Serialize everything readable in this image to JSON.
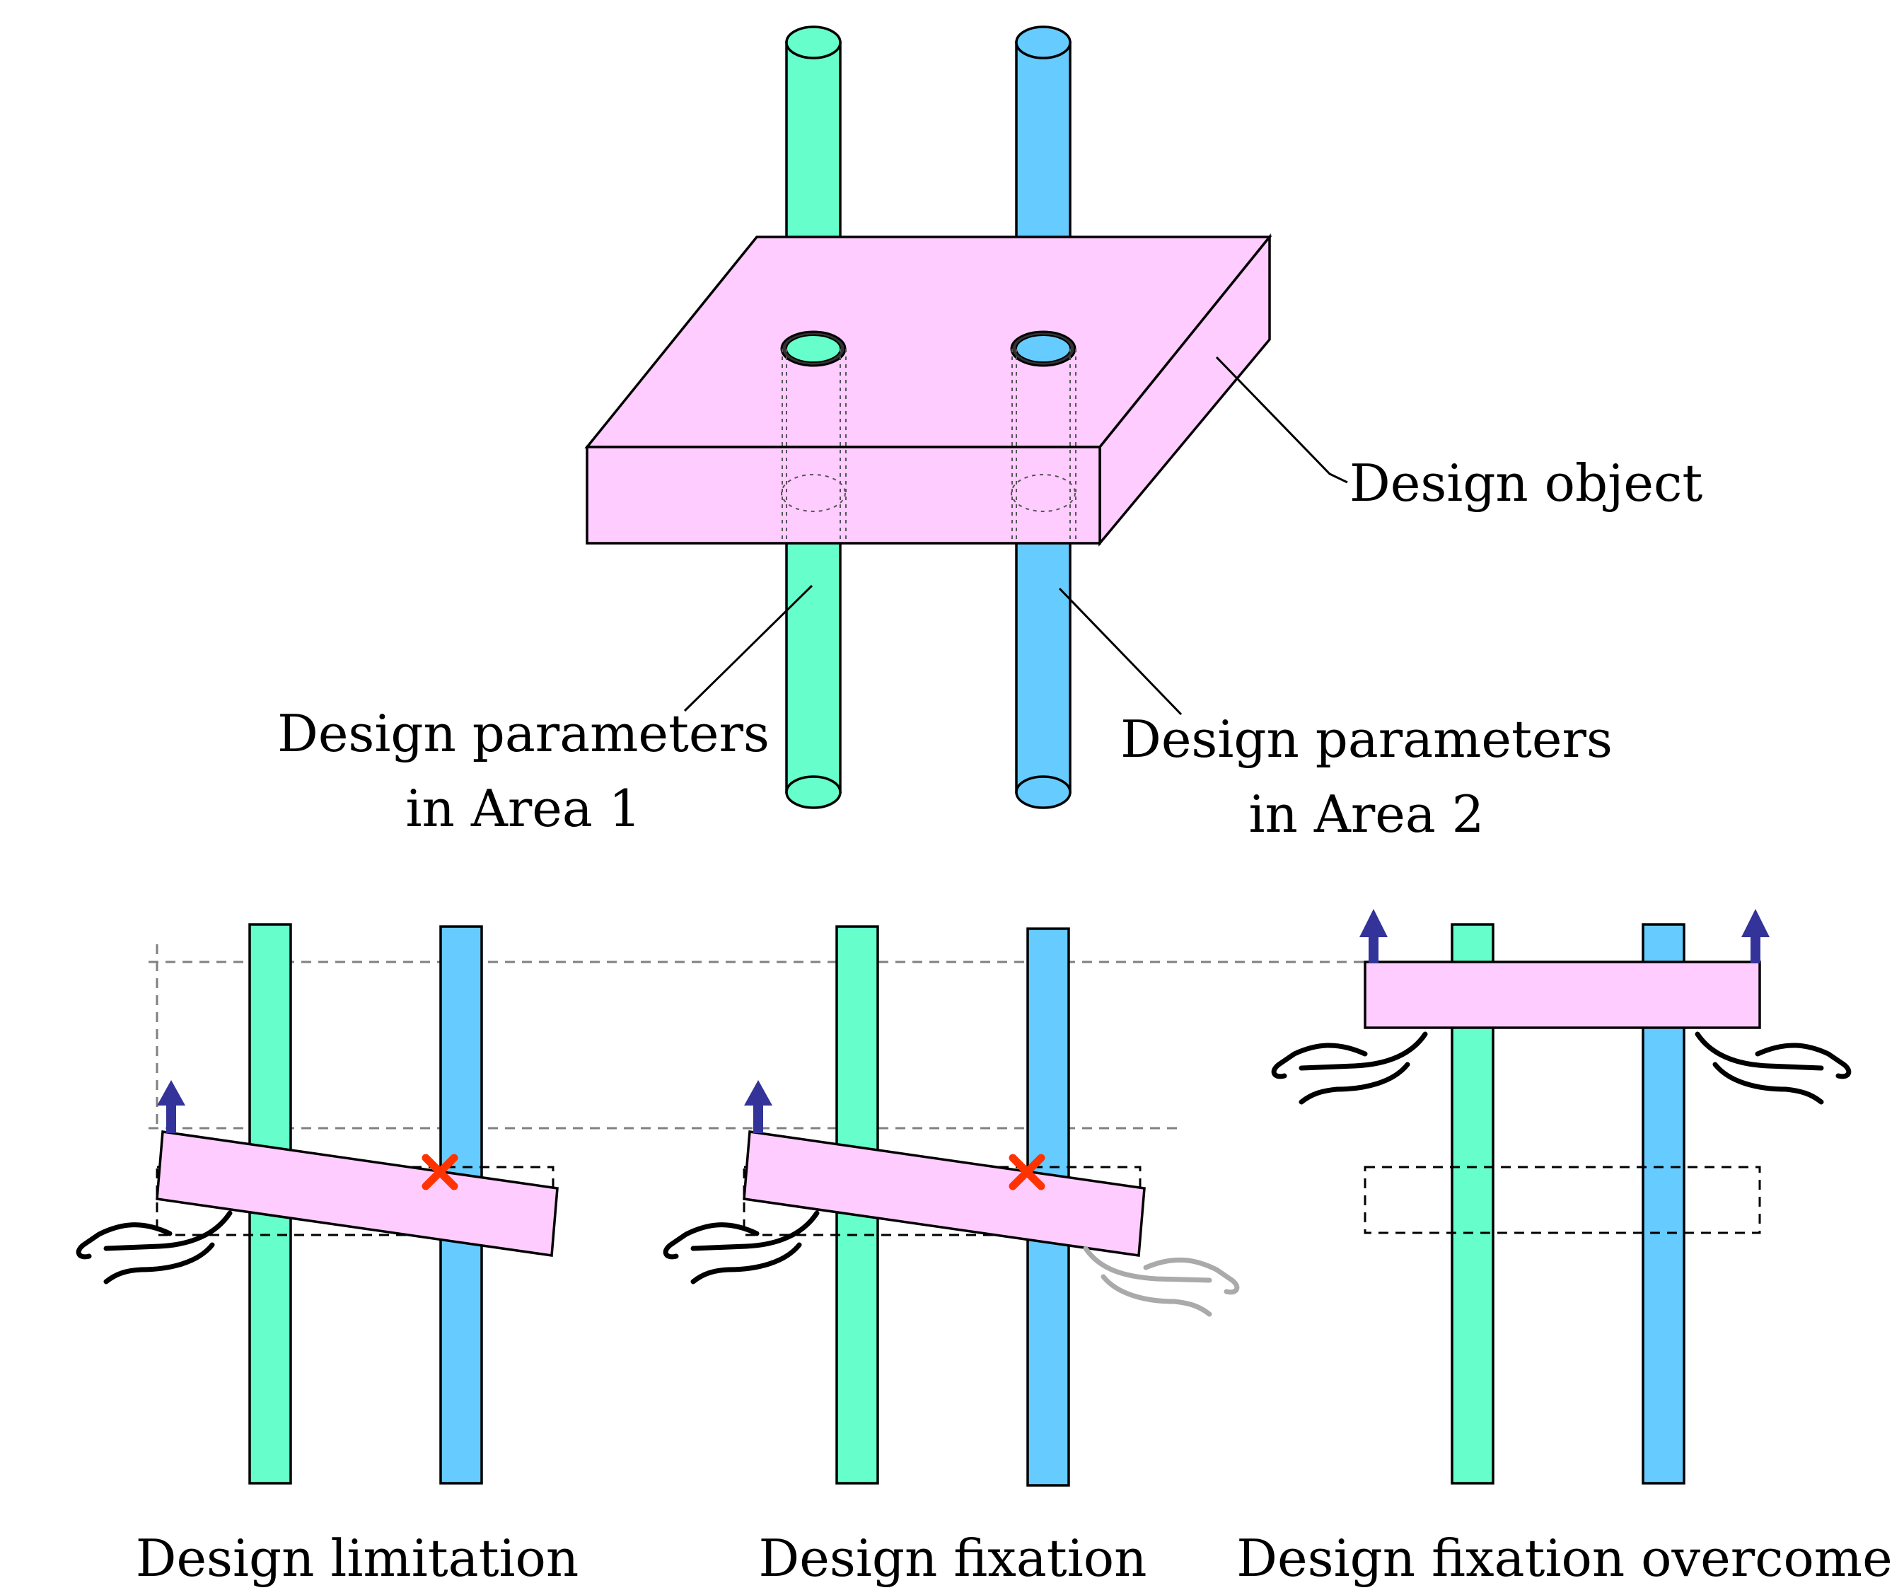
{
  "labels": {
    "design_object": "Design object",
    "area1_line1": "Design parameters",
    "area1_line2": "in Area 1",
    "area2_line1": "Design parameters",
    "area2_line2": "in Area 2",
    "panel_limitation": "Design limitation",
    "panel_fixation": "Design fixation",
    "panel_overcome": "Design fixation overcome"
  },
  "colors": {
    "area1_rod": "#66FFCC",
    "area2_rod": "#66CCFF",
    "design_object": "#FFCCFF",
    "arrow": "#333399",
    "blocked_mark": "#FF3300",
    "hand_active": "#000000",
    "hand_inactive": "#AAAAAA",
    "guide_line": "#808080"
  },
  "icons": {
    "lift_arrow": "up-arrow-icon",
    "blocked": "red-x-icon",
    "hand": "hand-icon"
  }
}
